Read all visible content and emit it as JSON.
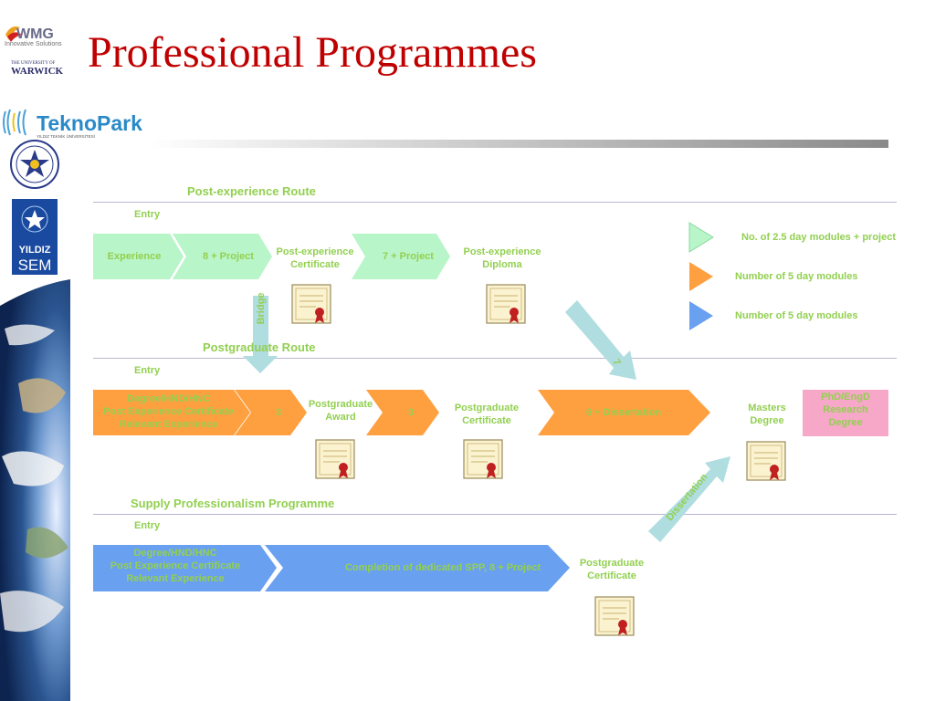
{
  "title": "Professional Programmes",
  "logos": {
    "wmg": "WMG",
    "wmg_sub": "Innovative Solutions",
    "warwick_pre": "THE UNIVERSITY OF",
    "warwick": "WARWICK",
    "teknopark": "TeknoPark",
    "teknopark_sub": "YILDIZ TEKNİK ÜNİVERSİTESİ",
    "yildiz": "YILDIZ",
    "sem": "SEM"
  },
  "sections": {
    "post_experience": {
      "title": "Post-experience Route",
      "entry": "Entry"
    },
    "postgraduate": {
      "title": "Postgraduate Route",
      "entry": "Entry"
    },
    "spp": {
      "title": "Supply Professionalism Programme",
      "entry": "Entry"
    }
  },
  "post_row": {
    "experience": "Experience",
    "project8": "8 + Project",
    "cert_line1": "Post-experience",
    "cert_line2": "Certificate",
    "project7": "7 + Project",
    "dipl_line1": "Post-experience",
    "dipl_line2": "Diploma"
  },
  "pg_row": {
    "entry_line1": "Degree/HND/HNC",
    "entry_line2": "Post Experience Certificate",
    "entry_line3": "Relevant Experience",
    "step1": "3",
    "award_line1": "Postgraduate",
    "award_line2": "Award",
    "step2": "3",
    "cert_line1": "Postgraduate",
    "cert_line2": "Certificate",
    "dissertation": "6 + Dissertation",
    "masters_line1": "Masters",
    "masters_line2": "Degree",
    "phd_line1": "PhD/EngD",
    "phd_line2": "Research",
    "phd_line3": "Degree"
  },
  "spp_row": {
    "entry_line1": "Degree/HND/HNC",
    "entry_line2": "Post Experience Certificate",
    "entry_line3": "Relevant Experience",
    "completion": "Completion of dedicated SPP, 8 + Project",
    "cert_line1": "Postgraduate",
    "cert_line2": "Certificate"
  },
  "connectors": {
    "bridge": "Bridge",
    "diag_seven": "7",
    "dissertation": "Dissertation"
  },
  "legend": [
    {
      "label": "No. of 2.5 day modules + project",
      "color": "#b8f5c8"
    },
    {
      "label": "Number of 5 day modules",
      "color": "#ffa040"
    },
    {
      "label": "Number of 5 day modules",
      "color": "#6aa0f0"
    }
  ],
  "colors": {
    "title": "#c00000",
    "green_row": "#b8f5c8",
    "orange_row": "#ffa040",
    "blue_row": "#6aa0f0",
    "connector": "#b0dde0",
    "phd_box": "#f7a8c8",
    "label_text": "#92d050"
  }
}
